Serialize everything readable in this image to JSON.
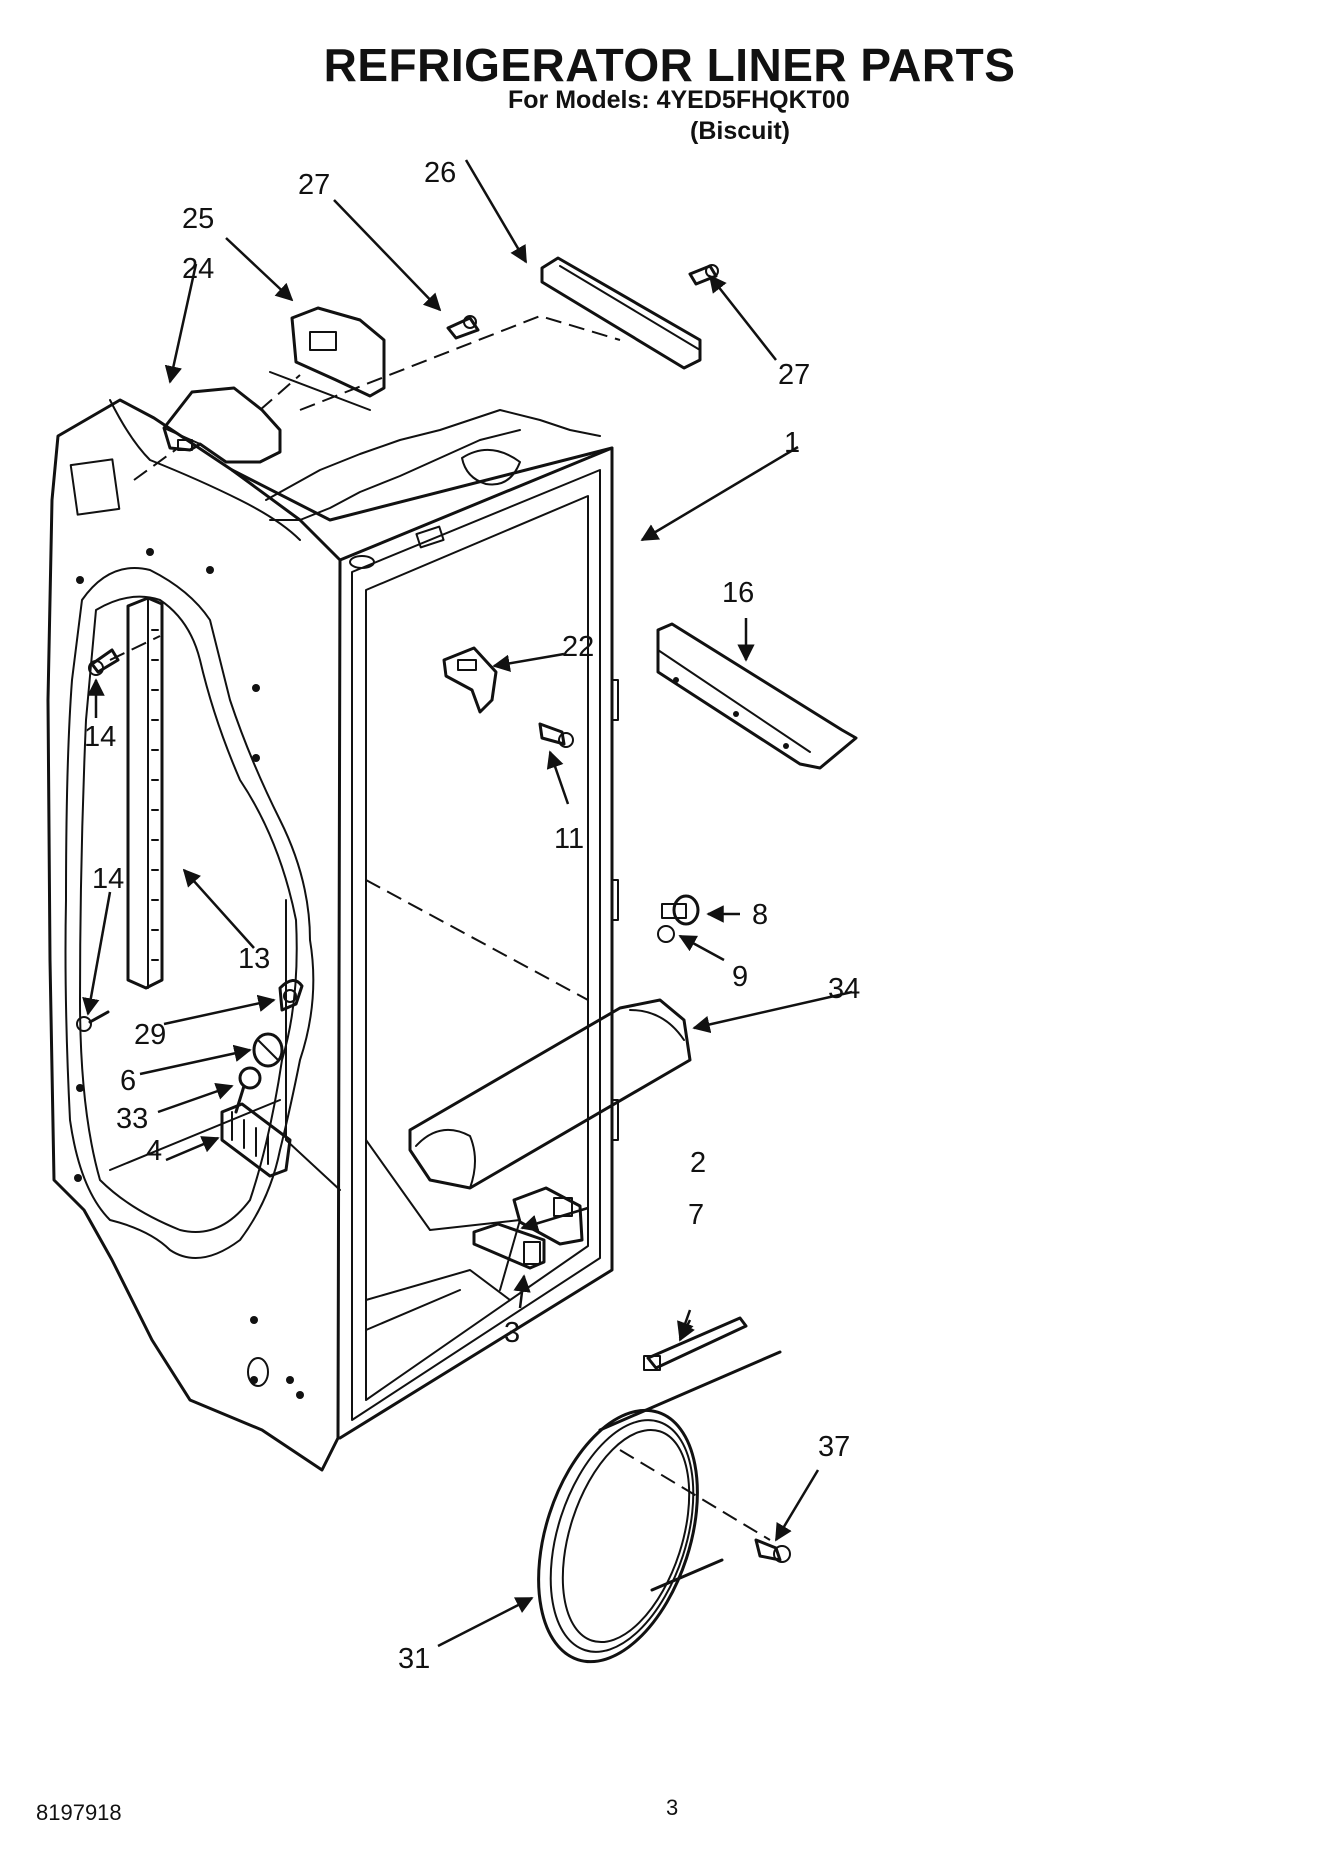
{
  "header": {
    "title": "REFRIGERATOR LINER PARTS",
    "models_line": "For Models: 4YED5FHQKT00",
    "variant": "(Biscuit)"
  },
  "footer": {
    "document_number": "8197918",
    "page_number": "3"
  },
  "callouts": [
    {
      "id": "1",
      "part": "liner"
    },
    {
      "id": "2",
      "part": "bracket"
    },
    {
      "id": "3",
      "part": "bracket"
    },
    {
      "id": "4",
      "part": "grille"
    },
    {
      "id": "6",
      "part": "knob"
    },
    {
      "id": "7",
      "part": "cable-tie"
    },
    {
      "id": "8",
      "part": "bumper"
    },
    {
      "id": "9",
      "part": "screw"
    },
    {
      "id": "11",
      "part": "screw"
    },
    {
      "id": "13",
      "part": "shelf-ladder"
    },
    {
      "id": "14a",
      "label": "14",
      "part": "screw"
    },
    {
      "id": "14b",
      "label": "14",
      "part": "screw"
    },
    {
      "id": "16",
      "part": "cover"
    },
    {
      "id": "22",
      "part": "bracket"
    },
    {
      "id": "24",
      "part": "housing"
    },
    {
      "id": "25",
      "part": "cover"
    },
    {
      "id": "26",
      "part": "trim"
    },
    {
      "id": "27a",
      "label": "27",
      "part": "screw"
    },
    {
      "id": "27b",
      "label": "27",
      "part": "screw"
    },
    {
      "id": "29",
      "part": "control"
    },
    {
      "id": "31",
      "part": "water-tube"
    },
    {
      "id": "33",
      "part": "pin"
    },
    {
      "id": "34",
      "part": "cover"
    },
    {
      "id": "37",
      "part": "screw"
    }
  ]
}
